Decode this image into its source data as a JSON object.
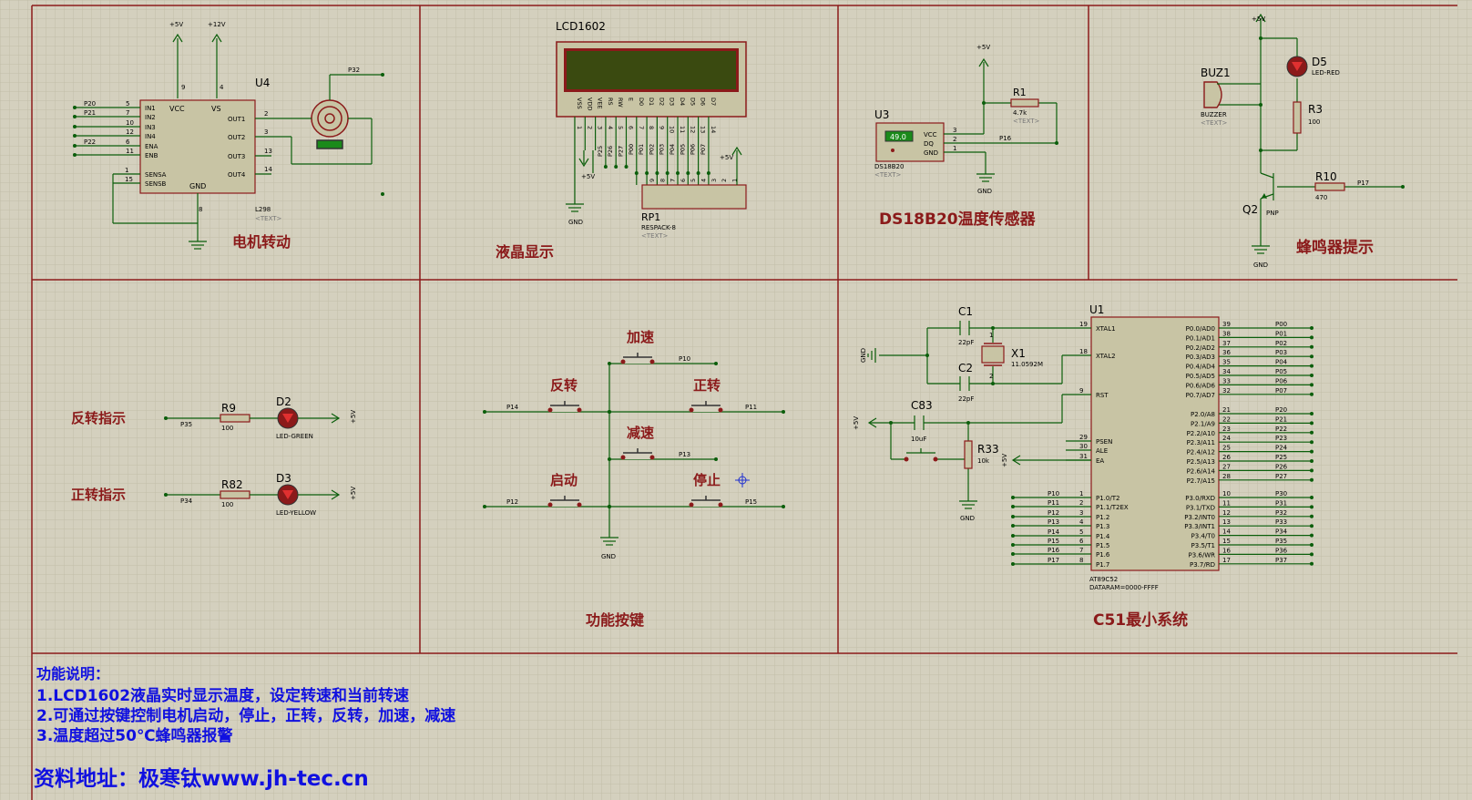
{
  "colors": {
    "grid": "#c4c0ac",
    "background": "#d4d0be",
    "wire": "#0b5e0b",
    "component": "#8b1a1a",
    "body": "#c8c4a4",
    "label": "#8b1a1a",
    "text": "#000000",
    "blue_text": "#1010e0",
    "pin_text": "#8b1a1a",
    "led_red": "#c0102a",
    "lcd_screen": "#3a4a10"
  },
  "sections": {
    "motor": "电机转动",
    "lcd": "液晶显示",
    "ds18b20": "DS18B20温度传感器",
    "buzzer": "蜂鸣器提示",
    "keys": "功能按键",
    "c51": "C51最小系统"
  },
  "motor": {
    "ref": "U4",
    "part": "L298",
    "text_tag": "<TEXT>",
    "vcc_label": "+5V",
    "vs_label": "+12V",
    "pin9": "9",
    "pin4": "4",
    "pin8": "8",
    "inputs": [
      {
        "net": "P20",
        "pin": "5",
        "name": "IN1"
      },
      {
        "net": "P21",
        "pin": "7",
        "name": "IN2"
      },
      {
        "net": "",
        "pin": "10",
        "name": "IN3"
      },
      {
        "net": "",
        "pin": "12",
        "name": "IN4"
      },
      {
        "net": "P22",
        "pin": "6",
        "name": "ENA"
      },
      {
        "net": "",
        "pin": "11",
        "name": "ENB"
      }
    ],
    "sense": [
      {
        "pin": "1",
        "name": "SENSA"
      },
      {
        "pin": "15",
        "name": "SENSB"
      }
    ],
    "vcc": "VCC",
    "vs": "VS",
    "gnd": "GND",
    "outputs": [
      {
        "pin": "2",
        "name": "OUT1"
      },
      {
        "pin": "3",
        "name": "OUT2"
      },
      {
        "pin": "13",
        "name": "OUT3"
      },
      {
        "pin": "14",
        "name": "OUT4"
      }
    ],
    "encoder_net": "P32"
  },
  "lcd": {
    "ref": "LCD1602",
    "pins": [
      "VSS",
      "VDD",
      "VEE",
      "RS",
      "RW",
      "E",
      "D0",
      "D1",
      "D2",
      "D3",
      "D4",
      "D5",
      "D6",
      "D7"
    ],
    "pin_nums": [
      "1",
      "2",
      "3",
      "4",
      "5",
      "6",
      "7",
      "8",
      "9",
      "10",
      "11",
      "12",
      "13",
      "14"
    ],
    "ctrl_nets": [
      "P25",
      "P26",
      "P27"
    ],
    "data_nets": [
      "P00",
      "P01",
      "P02",
      "P03",
      "P04",
      "P05",
      "P06",
      "P07"
    ],
    "gnd": "GND",
    "vcc": "+5V",
    "vcc2": "+5V",
    "rp_ref": "RP1",
    "rp_part": "RESPACK-8",
    "text_tag": "<TEXT>",
    "rp_pins": [
      "9",
      "8",
      "7",
      "6",
      "5",
      "4",
      "3",
      "2",
      "1"
    ]
  },
  "ds18b20": {
    "ref": "U3",
    "part": "DS18B20",
    "text_tag": "<TEXT>",
    "display_value": "49.0",
    "pins": [
      {
        "name": "VCC",
        "num": "3"
      },
      {
        "name": "DQ",
        "num": "2"
      },
      {
        "name": "GND",
        "num": "1"
      }
    ],
    "vcc": "+5V",
    "gnd": "GND",
    "r_ref": "R1",
    "r_val": "4.7k",
    "r_text": "<TEXT>",
    "net": "P16"
  },
  "buzzer": {
    "vcc": "+5V",
    "buz_ref": "BUZ1",
    "buz_part": "BUZZER",
    "buz_text": "<TEXT>",
    "led_ref": "D5",
    "led_part": "LED-RED",
    "r3_ref": "R3",
    "r3_val": "100",
    "q_ref": "Q2",
    "q_part": "PNP",
    "r10_ref": "R10",
    "r10_val": "470",
    "net": "P17",
    "gnd": "GND"
  },
  "indicators": [
    {
      "title": "反转指示",
      "net": "P35",
      "r_ref": "R9",
      "r_val": "100",
      "d_ref": "D2",
      "d_part": "LED-GREEN",
      "vcc": "+5V"
    },
    {
      "title": "正转指示",
      "net": "P34",
      "r_ref": "R82",
      "r_val": "100",
      "d_ref": "D3",
      "d_part": "LED-YELLOW",
      "vcc": "+5V"
    }
  ],
  "keys": {
    "gnd": "GND",
    "buttons": [
      {
        "label": "加速",
        "net": "P10"
      },
      {
        "label": "反转",
        "net": "P14"
      },
      {
        "label": "正转",
        "net": "P11"
      },
      {
        "label": "减速",
        "net": "P13"
      },
      {
        "label": "启动",
        "net": "P12"
      },
      {
        "label": "停止",
        "net": "P15"
      }
    ]
  },
  "c51": {
    "ref": "U1",
    "part": "AT89C52",
    "extra": "DATARAM=0000-FFFF",
    "c1": "C1",
    "c1_val": "22pF",
    "c2": "C2",
    "c2_val": "22pF",
    "x1": "X1",
    "x1_val": "11.0592M",
    "c83": "C83",
    "c83_val": "10uF",
    "r33": "R33",
    "r33_val": "10k",
    "gnd": "GND",
    "vcc": "+5V",
    "vcc2": "+5V",
    "gnd2": "GND",
    "pin_cap_1": "1",
    "pin_cap_2": "2",
    "left_pins": [
      {
        "num": "19",
        "name": "XTAL1"
      },
      {
        "num": "18",
        "name": "XTAL2"
      },
      {
        "num": "9",
        "name": "RST"
      },
      {
        "num": "29",
        "name": "PSEN"
      },
      {
        "num": "30",
        "name": "ALE"
      },
      {
        "num": "31",
        "name": "EA"
      },
      {
        "num": "1",
        "name": "P1.0/T2"
      },
      {
        "num": "2",
        "name": "P1.1/T2EX"
      },
      {
        "num": "3",
        "name": "P1.2"
      },
      {
        "num": "4",
        "name": "P1.3"
      },
      {
        "num": "5",
        "name": "P1.4"
      },
      {
        "num": "6",
        "name": "P1.5"
      },
      {
        "num": "7",
        "name": "P1.6"
      },
      {
        "num": "8",
        "name": "P1.7"
      }
    ],
    "p1_nets": [
      "P10",
      "P11",
      "P12",
      "P13",
      "P14",
      "P15",
      "P16",
      "P17"
    ],
    "right_pins": [
      {
        "num": "39",
        "name": "P0.0/AD0",
        "net": "P00"
      },
      {
        "num": "38",
        "name": "P0.1/AD1",
        "net": "P01"
      },
      {
        "num": "37",
        "name": "P0.2/AD2",
        "net": "P02"
      },
      {
        "num": "36",
        "name": "P0.3/AD3",
        "net": "P03"
      },
      {
        "num": "35",
        "name": "P0.4/AD4",
        "net": "P04"
      },
      {
        "num": "34",
        "name": "P0.5/AD5",
        "net": "P05"
      },
      {
        "num": "33",
        "name": "P0.6/AD6",
        "net": "P06"
      },
      {
        "num": "32",
        "name": "P0.7/AD7",
        "net": "P07"
      },
      {
        "num": "21",
        "name": "P2.0/A8",
        "net": "P20"
      },
      {
        "num": "22",
        "name": "P2.1/A9",
        "net": "P21"
      },
      {
        "num": "23",
        "name": "P2.2/A10",
        "net": "P22"
      },
      {
        "num": "24",
        "name": "P2.3/A11",
        "net": "P23"
      },
      {
        "num": "25",
        "name": "P2.4/A12",
        "net": "P24"
      },
      {
        "num": "26",
        "name": "P2.5/A13",
        "net": "P25"
      },
      {
        "num": "27",
        "name": "P2.6/A14",
        "net": "P26"
      },
      {
        "num": "28",
        "name": "P2.7/A15",
        "net": "P27"
      },
      {
        "num": "10",
        "name": "P3.0/RXD",
        "net": "P30"
      },
      {
        "num": "11",
        "name": "P3.1/TXD",
        "net": "P31"
      },
      {
        "num": "12",
        "name": "P3.2/INT0",
        "net": "P32"
      },
      {
        "num": "13",
        "name": "P3.3/INT1",
        "net": "P33"
      },
      {
        "num": "14",
        "name": "P3.4/T0",
        "net": "P34"
      },
      {
        "num": "15",
        "name": "P3.5/T1",
        "net": "P35"
      },
      {
        "num": "16",
        "name": "P3.6/WR",
        "net": "P36"
      },
      {
        "num": "17",
        "name": "P3.7/RD",
        "net": "P37"
      }
    ]
  },
  "description": {
    "heading": "功能说明：",
    "lines": [
      "1.LCD1602液晶实时显示温度，设定转速和当前转速",
      "2.可通过按键控制电机启动，停止，正转，反转，加速，减速",
      "3.温度超过50℃蜂鸣器报警"
    ],
    "footer": "资料地址：极寒钛www.jh-tec.cn"
  }
}
